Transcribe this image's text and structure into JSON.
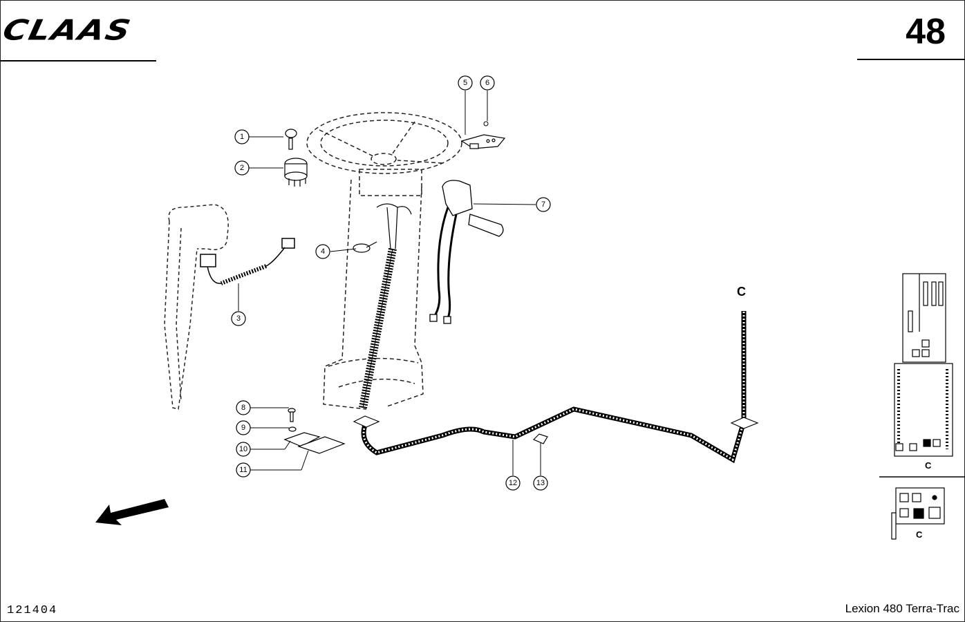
{
  "header": {
    "brand": "CLAAS",
    "page_number": "48"
  },
  "footer": {
    "drawing_number": "121404",
    "model": "Lexion 480 Terra-Trac"
  },
  "callouts": [
    "1",
    "2",
    "3",
    "4",
    "5",
    "6",
    "7",
    "8",
    "9",
    "10",
    "11",
    "12",
    "13"
  ],
  "connector_labels": {
    "main": "C",
    "panel_top": "C",
    "panel_bottom": "C"
  }
}
